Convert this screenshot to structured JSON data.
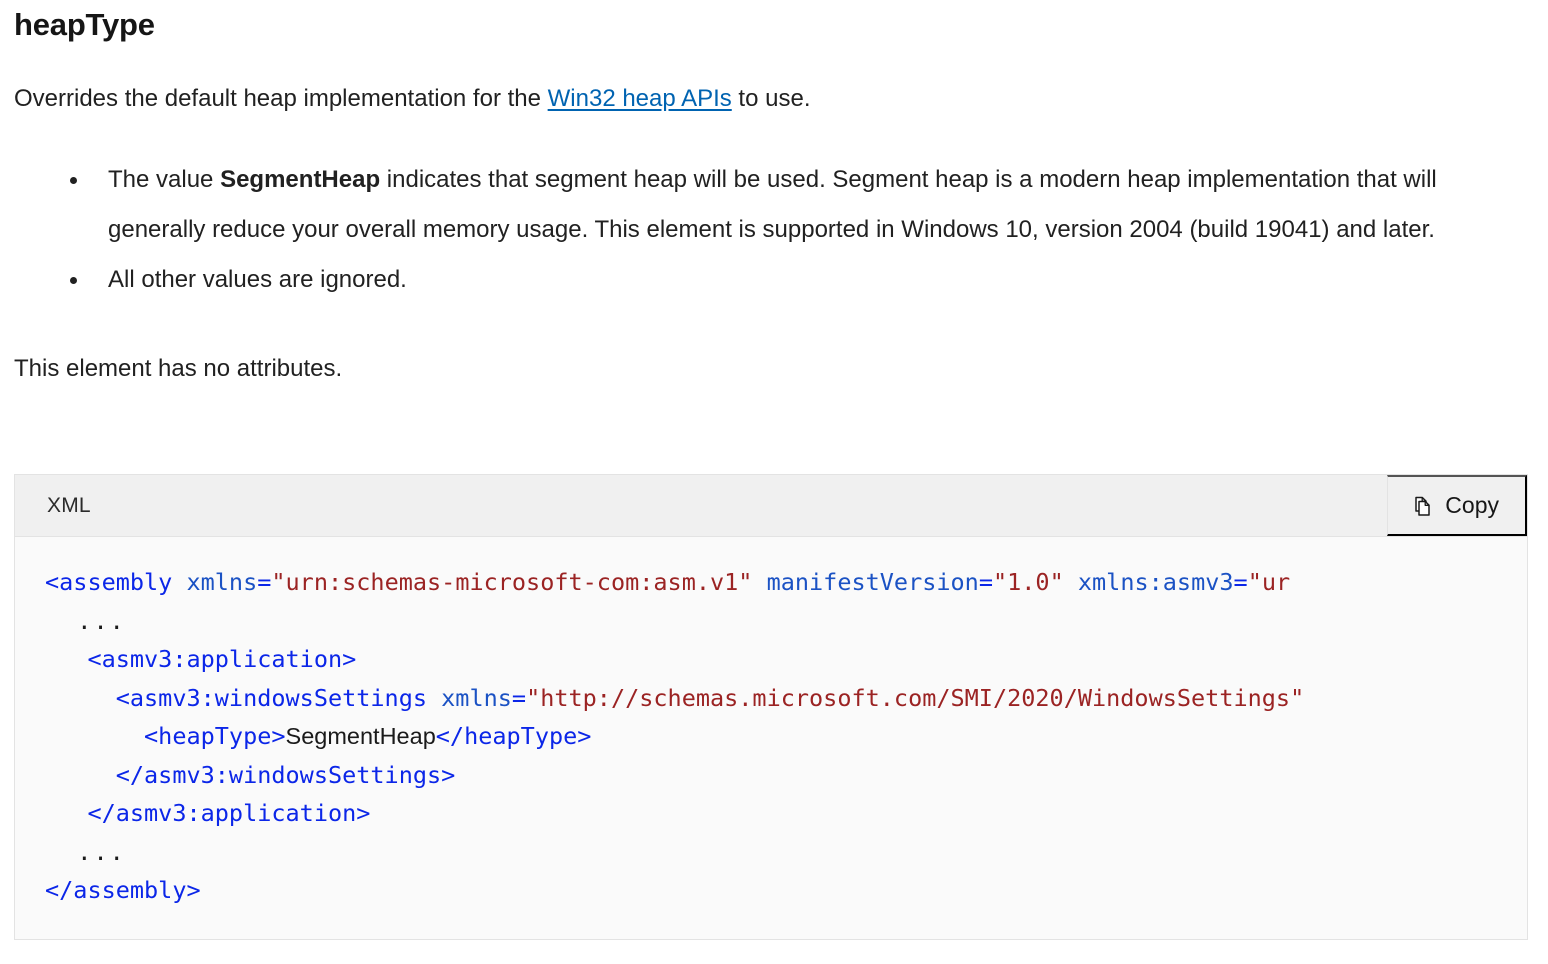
{
  "page": {
    "title": "heapType",
    "intro": {
      "before_link": "Overrides the default heap implementation for the ",
      "link_text": "Win32 heap APIs",
      "after_link": " to use."
    },
    "bullets": [
      {
        "prefix": "The value ",
        "strong": "SegmentHeap",
        "suffix": " indicates that segment heap will be used. Segment heap is a modern heap implementation that will generally reduce your overall memory usage. This element is supported in Windows 10, version 2004 (build 19041) and later."
      },
      {
        "prefix": "All other values are ignored.",
        "strong": "",
        "suffix": ""
      }
    ],
    "no_attributes_text": "This element has no attributes."
  },
  "code_block": {
    "language_label": "XML",
    "copy_label": "Copy",
    "copy_icon": "copy-icon",
    "lines": [
      {
        "id": "line-assembly-open",
        "segments": [
          {
            "type": "tag",
            "text": "<assembly "
          },
          {
            "type": "attr",
            "text": "xmlns"
          },
          {
            "type": "eq",
            "text": "="
          },
          {
            "type": "str",
            "text": "\"urn:schemas-microsoft-com:asm.v1\""
          },
          {
            "type": "plain",
            "text": " "
          },
          {
            "type": "attr",
            "text": "manifestVersion"
          },
          {
            "type": "eq",
            "text": "="
          },
          {
            "type": "str",
            "text": "\"1.0\""
          },
          {
            "type": "plain",
            "text": " "
          },
          {
            "type": "attr",
            "text": "xmlns:asmv3"
          },
          {
            "type": "eq",
            "text": "="
          },
          {
            "type": "str",
            "text": "\"ur"
          }
        ]
      },
      {
        "id": "line-ellipsis-top",
        "segments": [
          {
            "type": "dots",
            "text": "  ..."
          }
        ]
      },
      {
        "id": "line-application-open",
        "segments": [
          {
            "type": "tag",
            "text": "   <asmv3:application>"
          }
        ]
      },
      {
        "id": "line-windowssettings-open",
        "segments": [
          {
            "type": "tag",
            "text": "     <asmv3:windowsSettings "
          },
          {
            "type": "attr",
            "text": "xmlns"
          },
          {
            "type": "eq",
            "text": "="
          },
          {
            "type": "str",
            "text": "\"http://schemas.microsoft.com/SMI/2020/WindowsSettings\""
          }
        ]
      },
      {
        "id": "line-heaptype",
        "segments": [
          {
            "type": "tag",
            "text": "       <heapType>"
          },
          {
            "type": "text",
            "text": "SegmentHeap"
          },
          {
            "type": "tag",
            "text": "</heapType>"
          }
        ]
      },
      {
        "id": "line-windowssettings-close",
        "segments": [
          {
            "type": "tag",
            "text": "     </asmv3:windowsSettings>"
          }
        ]
      },
      {
        "id": "line-application-close",
        "segments": [
          {
            "type": "tag",
            "text": "   </asmv3:application>"
          }
        ]
      },
      {
        "id": "line-ellipsis-bottom",
        "segments": [
          {
            "type": "dots",
            "text": "  ..."
          }
        ]
      },
      {
        "id": "line-assembly-close",
        "segments": [
          {
            "type": "tag",
            "text": "</assembly>"
          }
        ]
      }
    ]
  },
  "colors": {
    "link": "#0063b1",
    "tag": "#0b26e8",
    "attribute": "#1b52c4",
    "string": "#9b2323",
    "code_header_bg": "#f0f0f0",
    "code_body_bg": "#fafafa",
    "border": "#e3e3e3",
    "text": "#212121"
  }
}
